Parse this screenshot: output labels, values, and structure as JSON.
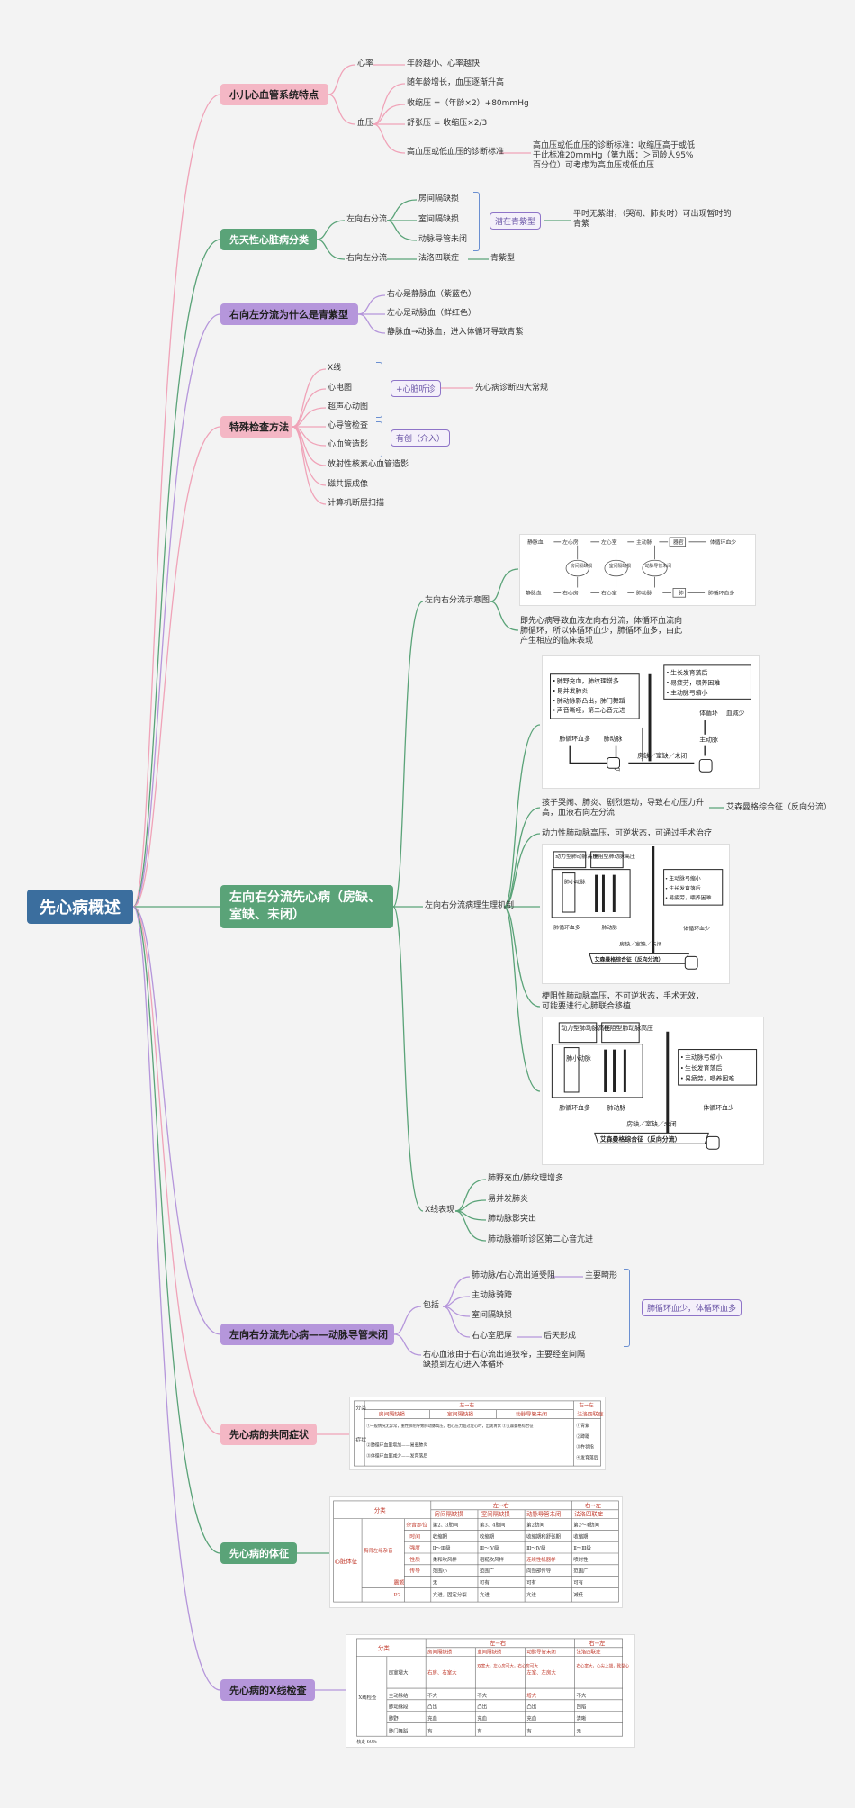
{
  "root": "先心病概述",
  "cats": {
    "c1": "小儿心血管系统特点",
    "c2": "先天性心脏病分类",
    "c3": "右向左分流为什么是青紫型",
    "c4": "特殊检查方法",
    "c5": "左向右分流先心病（房缺、室缺、未闭）",
    "c6": "左向右分流先心病——动脉导管未闭",
    "c7": "先心病的共同症状",
    "c8": "先心病的体征",
    "c9": "先心病的X线检查"
  },
  "c1": {
    "heart_rate": "心率",
    "hr_detail": "年龄越小、心率越快",
    "bp": "血压",
    "bp1": "随年龄增长，血压逐渐升高",
    "bp2": "收缩压 =（年龄×2）+80mmHg",
    "bp3": "舒张压 = 收缩压×2/3",
    "bp4": "高血压或低血压的诊断标准",
    "bp4_detail": "高血压或低血压的诊断标准：收缩压高于或低于此标准20mmHg（第九版：＞同龄人95%百分位）可考虑为高血压或低血压"
  },
  "c2": {
    "lr": "左向右分流",
    "lr1": "房间隔缺损",
    "lr2": "室间隔缺损",
    "lr3": "动脉导管未闭",
    "lr_tag": "潜在青紫型",
    "lr_tag_detail": "平时无紫绀，（哭闹、肺炎时）可出现暂时的青紫",
    "rl": "右向左分流",
    "rl1": "法洛四联症",
    "rl1_detail": "青紫型"
  },
  "c3": {
    "i1": "右心是静脉血（紫蓝色）",
    "i2": "左心是动脉血（鲜红色）",
    "i3": "静脉血→动脉血，进入体循环导致青紫"
  },
  "c4": {
    "i1": "X线",
    "i2": "心电图",
    "i3": "超声心动图",
    "i4": "心导管检查",
    "i5": "心血管造影",
    "i6": "放射性核素心血管造影",
    "i7": "磁共振成像",
    "i8": "计算机断层扫描",
    "tag1": "+心脏听诊",
    "tag1_detail": "先心病诊断四大常规",
    "tag2": "有创（介入）"
  },
  "c5": {
    "diagram": "左向右分流示意图",
    "d1": {
      "top": [
        "静脉血",
        "左心房",
        "左心室",
        "主动脉",
        "器官",
        "体循环血少"
      ],
      "mid": [
        "房间隔缺损",
        "室间隔缺损",
        "动脉导管未闭"
      ],
      "bot": [
        "静脉血",
        "右心房",
        "右心室",
        "肺动脉",
        "肺",
        "肺循环血多"
      ]
    },
    "diagram_note": "即先心病导致血液左向右分流，体循环血流向肺循环，所以体循环血少，肺循环血多，由此产生相应的临床表现",
    "mech": "左向右分流病理生理机制",
    "d2": {
      "left_box": [
        "• 肺野充血，肺纹理增多",
        "• 易并发肺炎",
        "• 肺动脉影凸出，肺门舞蹈",
        "• 声音嘶哑，第二心音亢进"
      ],
      "right_box": [
        "• 生长发育落后",
        "• 易疲劳，喂养困难",
        "• 主动脉弓缩小"
      ],
      "labels": [
        "肺循环血多",
        "肺动脉",
        "右",
        "房缺／室缺／未闭",
        "左",
        "主动脉",
        "体循环",
        "血减少"
      ]
    },
    "m1": "孩子哭闹、肺炎、剧烈运动，导致右心压力升高，血液右向左分流",
    "m1_detail": "艾森曼格综合征（反向分流）",
    "m2": "动力性肺动脉高压，可逆状态，可通过手术治疗",
    "d3": {
      "boxes": [
        "动力型肺动脉高压",
        "梗阻型肺动脉高压"
      ],
      "vessel": "肺小动脉",
      "right_box": [
        "• 主动脉弓缩小",
        "• 生长发育落后",
        "• 易疲劳，喂养困难"
      ],
      "labels": [
        "肺循环血多",
        "肺动脉",
        "右",
        "房缺／室缺／未闭",
        "左",
        "体循环血少"
      ],
      "banner": "艾森曼格综合征（反向分流）"
    },
    "m3": "梗阻性肺动脉高压，不可逆状态，手术无效，可能要进行心肺联合移植",
    "xray": "X线表现",
    "x1": "肺野充血/肺纹理增多",
    "x2": "易并发肺炎",
    "x3": "肺动脉影突出",
    "x4": "肺动脉瓣听诊区第二心音亢进"
  },
  "c6": {
    "inc": "包括",
    "i1": "肺动脉/右心流出道受阻",
    "i1_detail": "主要畸形",
    "i2": "主动脉骑跨",
    "i3": "室间隔缺损",
    "i4": "右心室肥厚",
    "i4_detail": "后天形成",
    "tag": "肺循环血少，体循环血多",
    "note": "右心血液由于右心流出道狭窄，主要经室间隔缺损到左心进入体循环"
  },
  "t1": {
    "head": [
      "分类",
      "左→右",
      "右→左"
    ],
    "sub": [
      "房间隔缺损",
      "室间隔缺损",
      "动脉导管未闭",
      "法洛四联症"
    ],
    "rowlabel": "症状",
    "rows": [
      "①一般情况无异常，重性肺阻导致肺动脉高压，右心压力超过左心时，出现青紫 ②艾森曼格综合征",
      "②肺循环血量增加——易患肺炎",
      "③体循环血量减少——发育落后"
    ],
    "right": [
      "①青紫",
      "②蹲踞",
      "③杵状指",
      "④发育落后"
    ]
  },
  "t2": {
    "head": [
      "分类",
      "左→右",
      "右→左"
    ],
    "sub": [
      "房间隔缺损",
      "室间隔缺损",
      "动脉导管未闭",
      "法洛四联症"
    ],
    "left_main": "心脏体征",
    "left_sub": "胸骨左缘杂音",
    "rowlabels": [
      "杂音部位",
      "时间",
      "强度",
      "性质",
      "传导",
      "震颤",
      "P2"
    ],
    "cols": [
      [
        "第2、3肋间",
        "收缩期",
        "Ⅱ～Ⅲ级",
        "柔和吹风样",
        "范围小",
        "无",
        "亢进，固定分裂"
      ],
      [
        "第3、4肋间",
        "收缩期",
        "Ⅲ～Ⅳ级",
        "粗糙吹风样",
        "范围广",
        "可有",
        "亢进"
      ],
      [
        "第2肋间",
        "收缩期和舒张期",
        "Ⅲ～Ⅳ级",
        "连续性机器样",
        "向颈部传导",
        "可有",
        "亢进"
      ],
      [
        "第2～4肋间",
        "收缩期",
        "Ⅱ～Ⅲ级",
        "喷射性",
        "范围广",
        "可有",
        "减低"
      ]
    ]
  },
  "t3": {
    "head": [
      "分类",
      "左→右",
      "右→左"
    ],
    "sub": [
      "房间隔缺损",
      "室间隔缺损",
      "动脉导管未闭",
      "法洛四联症"
    ],
    "left_main": "X线检查",
    "rowlabels": [
      "房室增大",
      "主动脉结",
      "肺动脉段",
      "肺野",
      "肺门舞蹈"
    ],
    "cols": [
      [
        "右房、右室大",
        "不大",
        "凸出",
        "充血",
        "有"
      ],
      [
        "双室大，左心房可大，右心房可大",
        "不大",
        "凸出",
        "充血",
        "有"
      ],
      [
        "左室、左房大",
        "增大",
        "凸出",
        "充血",
        "有"
      ],
      [
        "右心室大，心尖上翘，靴型心",
        "不大",
        "凹陷",
        "清晰",
        "无"
      ]
    ],
    "footer": "核定 60%"
  }
}
